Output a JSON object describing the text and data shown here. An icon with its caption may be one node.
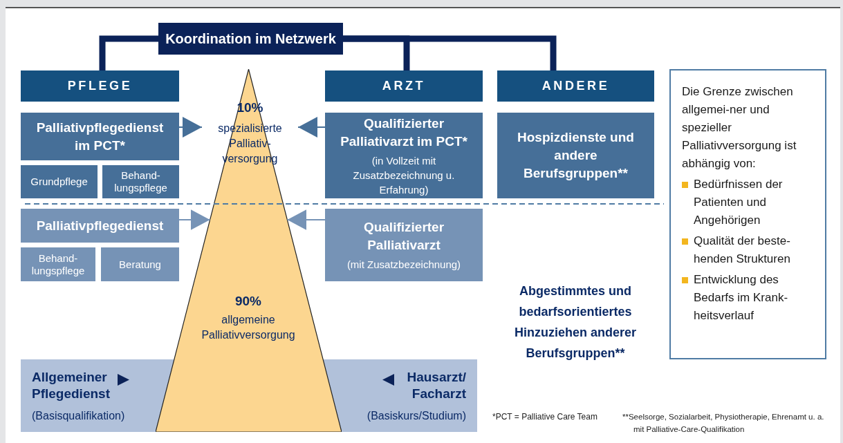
{
  "diagram": {
    "nodes": [
      {
        "text": [
          "Koordination im Netzwerk"
        ]
      },
      {
        "text": [
          "PFLEGE"
        ]
      },
      {
        "text": [
          "ARZT"
        ]
      },
      {
        "text": [
          "ANDERE"
        ]
      },
      {
        "text": [
          "Palliativpflegedienst im PCT*"
        ]
      },
      {
        "text": [
          "Grundpflege"
        ]
      },
      {
        "text": [
          "Behand-lungspflege"
        ]
      },
      {
        "text": [
          "Qualifizierter Palliativarzt im PCT*",
          "(in Vollzeit mit Zusatzbezeichnung u. Erfahrung)"
        ]
      },
      {
        "text": [
          "Hospizdienste und andere Berufsgruppen**"
        ]
      },
      {
        "text": [
          "Palliativpflegedienst"
        ]
      },
      {
        "text": [
          "Behand-lungspflege"
        ]
      },
      {
        "text": [
          "Beratung"
        ]
      },
      {
        "text": [
          "Qualifizierter Palliativarzt",
          "(mit Zusatzbezeichnung)"
        ]
      },
      {
        "text": [
          "10%",
          "spezialisierte Palliativ-versorgung"
        ],
        "in": 14
      },
      {
        "text": [
          "90%",
          "allgemeine Palliativversorgung"
        ]
      },
      {
        "text": [
          "Allgemeiner Pflegedienst",
          "(Basisqualifikation)"
        ]
      },
      {
        "text": [
          "Hausarzt/ Facharzt",
          "(Basiskurs/Studium)"
        ]
      },
      {
        "text": [
          "Die Grenze zwischen allgemei-ner und spezieller Palliativversorgung ist abhängig von:",
          "Bedürfnissen der Patienten und Angehörigen",
          "Qualität der beste-henden Strukturen",
          "Entwicklung des Bedarfs im Krank-heitsverlauf"
        ]
      }
    ],
    "edges": [
      {
        "from": 0,
        "to": 1,
        "arrow": "none",
        "style": "thick"
      },
      {
        "from": 0,
        "to": 2,
        "arrow": "none",
        "style": "thick"
      },
      {
        "from": 0,
        "to": 3,
        "arrow": "none",
        "style": "thick"
      },
      {
        "from": 4,
        "to": 13,
        "arrow": "to",
        "color": "#466f98"
      },
      {
        "from": 7,
        "to": 13,
        "arrow": "to",
        "color": "#466f98"
      },
      {
        "from": 9,
        "to": 14,
        "arrow": "to",
        "color": "#7693b6"
      },
      {
        "from": 12,
        "to": 14,
        "arrow": "to",
        "color": "#7693b6"
      }
    ],
    "labels": [
      "Abgestimmtes und bedarfsorientiertes Hinzuziehen anderer Berufsgruppen**",
      "*PCT = Palliative Care Team",
      "**Seelsorge, Sozialarbeit, Physiotherapie, Ehrenamt u. a. mit Palliative-Care-Qualifikation"
    ]
  }
}
